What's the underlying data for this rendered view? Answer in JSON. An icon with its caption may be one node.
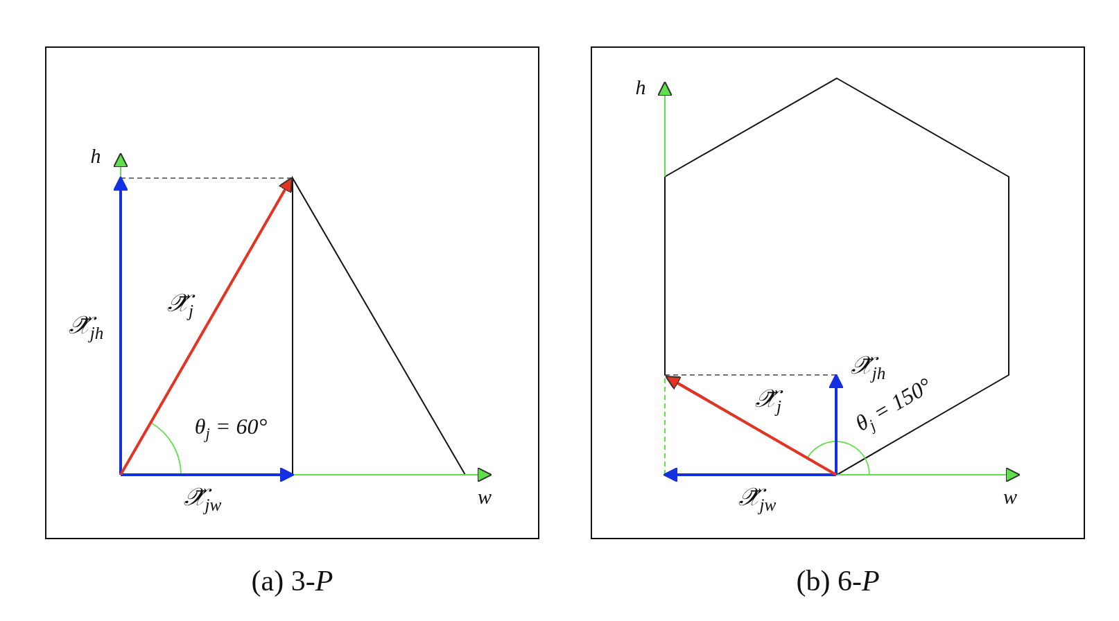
{
  "diagram": {
    "nodes": [
      {
        "text": [
          "(a) 3-*P*"
        ]
      },
      {
        "text": [
          "(b) 6-*P*"
        ]
      }
    ],
    "labels": [
      "h",
      "𝒳⃗$_{j}$",
      "𝒳⃗$_{jh}$",
      "θ$_{j}$ = 60°",
      "𝒳⃗$_{jw}$",
      "w",
      "h",
      "𝒳⃗$_{jh}$",
      "𝒳⃗$_{j}$",
      "θ$_{j}$ = 150°",
      "𝒳⃗$_{jw}$",
      "w"
    ]
  }
}
